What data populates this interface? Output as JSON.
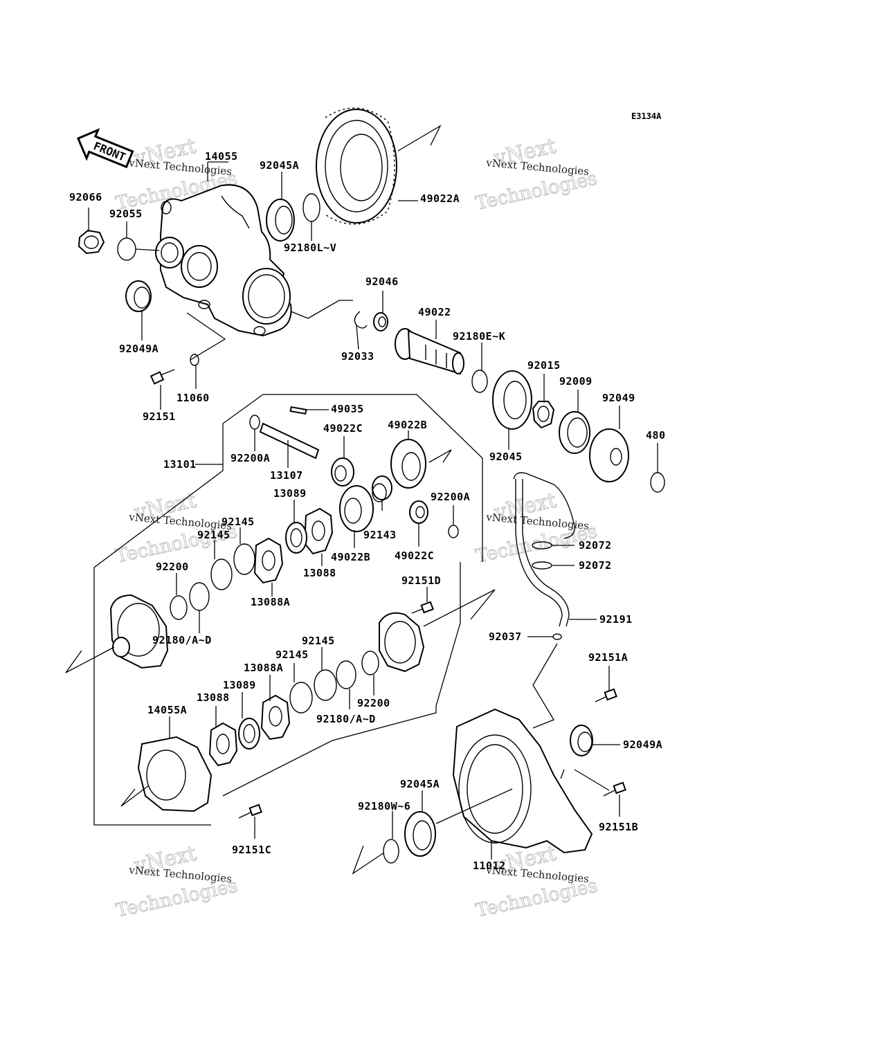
{
  "diagram_code": "E3134A",
  "front_label": "FRONT",
  "watermark": {
    "line1": "vNext Technologies",
    "line2": "vNext",
    "line3": "Technologies"
  },
  "labels": {
    "l14055": "14055",
    "l92045A_top": "92045A",
    "l49022A": "49022A",
    "l92066": "92066",
    "l92055": "92055",
    "l92180LV": "92180L~V",
    "l92046": "92046",
    "l49022": "49022",
    "l92180EK": "92180E~K",
    "l92049A_top": "92049A",
    "l92033": "92033",
    "l92015": "92015",
    "l92009": "92009",
    "l92049": "92049",
    "l11060": "11060",
    "l92151": "92151",
    "l49035": "49035",
    "l49022C_top": "49022C",
    "l49022B_top": "49022B",
    "l480": "480",
    "l92045": "92045",
    "l13101": "13101",
    "l92200A_left": "92200A",
    "l13107": "13107",
    "l13089_top": "13089",
    "l92200A_right": "92200A",
    "l92145_a": "92145",
    "l92145_b": "92145",
    "l92143": "92143",
    "l49022B_bot": "49022B",
    "l49022C_bot": "49022C",
    "l92072_a": "92072",
    "l92072_b": "92072",
    "l92200_top": "92200",
    "l13088_top": "13088",
    "l13088A_top": "13088A",
    "l92151D": "92151D",
    "l92180AD_top": "92180/A~D",
    "l92191": "92191",
    "l92037": "92037",
    "l92145_c": "92145",
    "l92145_d": "92145",
    "l13088A_bot": "13088A",
    "l13089_bot": "13089",
    "l13088_bot": "13088",
    "l14055A": "14055A",
    "l92200_bot": "92200",
    "l92180AD_bot": "92180/A~D",
    "l92151A": "92151A",
    "l92049A_bot": "92049A",
    "l92045A_bot": "92045A",
    "l92180W6": "92180W~6",
    "l92151B": "92151B",
    "l92151C": "92151C",
    "l11012": "11012"
  }
}
